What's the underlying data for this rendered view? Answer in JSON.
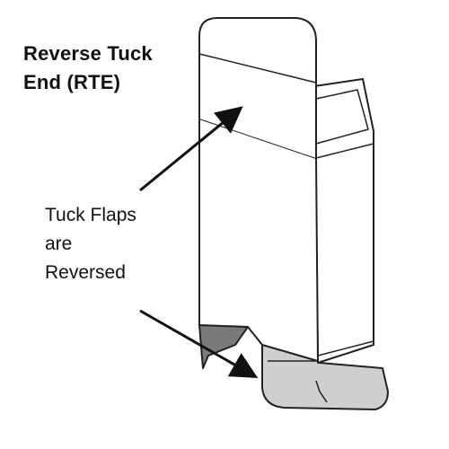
{
  "title": {
    "line1": "Reverse Tuck",
    "line2": "End (RTE)"
  },
  "callout": {
    "line1": "Tuck Flaps",
    "line2": "are",
    "line3": "Reversed"
  },
  "colors": {
    "outline": "#222222",
    "flap_fill_dark": "#7a7a7a",
    "flap_fill_light": "#cfcfcf",
    "background": "#ffffff"
  }
}
